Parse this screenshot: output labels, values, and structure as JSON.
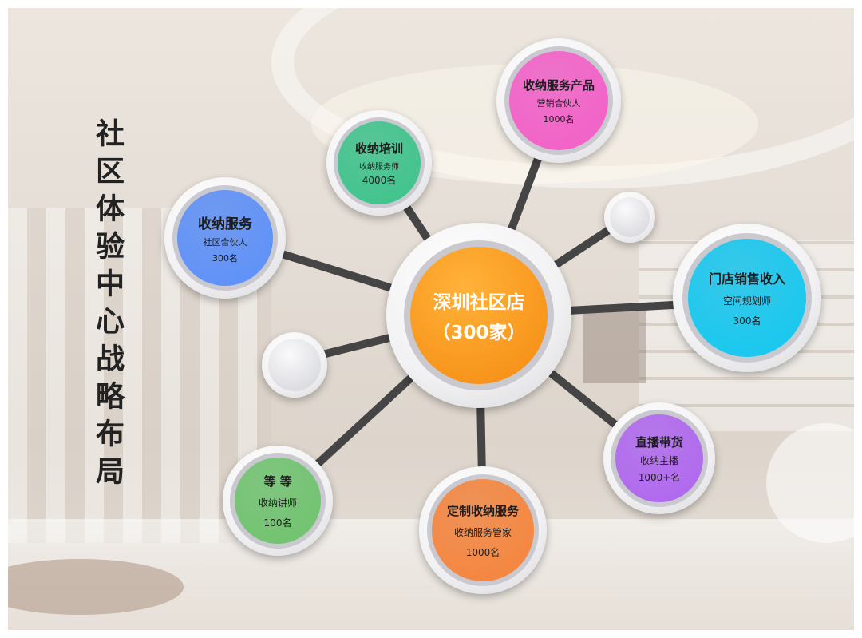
{
  "title": "社区体验中心战略布局",
  "center": {
    "line1": "深圳社区店",
    "line2": "（300家）",
    "color": "#f58a10"
  },
  "nodes": [
    {
      "id": "storage-service",
      "title": "收纳服务",
      "role": "社区合伙人",
      "count": "300名",
      "color": "#5b8ff9"
    },
    {
      "id": "storage-training",
      "title": "收纳培训",
      "role": "收纳服务师",
      "count": "4000名",
      "color": "#3cc48a"
    },
    {
      "id": "storage-product",
      "title": "收纳服务产品",
      "role": "营销合伙人",
      "count": "1000名",
      "color": "#f55ec8"
    },
    {
      "id": "store-sales",
      "title": "门店销售收入",
      "role": "空间规划师",
      "count": "300名",
      "color": "#12c8f0"
    },
    {
      "id": "live-sales",
      "title": "直播带货",
      "role": "收纳主播",
      "count": "1000+名",
      "color": "#b065f0"
    },
    {
      "id": "custom-service",
      "title": "定制收纳服务",
      "role": "收纳服务管家",
      "count": "1000名",
      "color": "#f7843a"
    },
    {
      "id": "etc",
      "title": "等 等",
      "role": "收纳讲师",
      "count": "100名",
      "color": "#6ec46c"
    }
  ]
}
